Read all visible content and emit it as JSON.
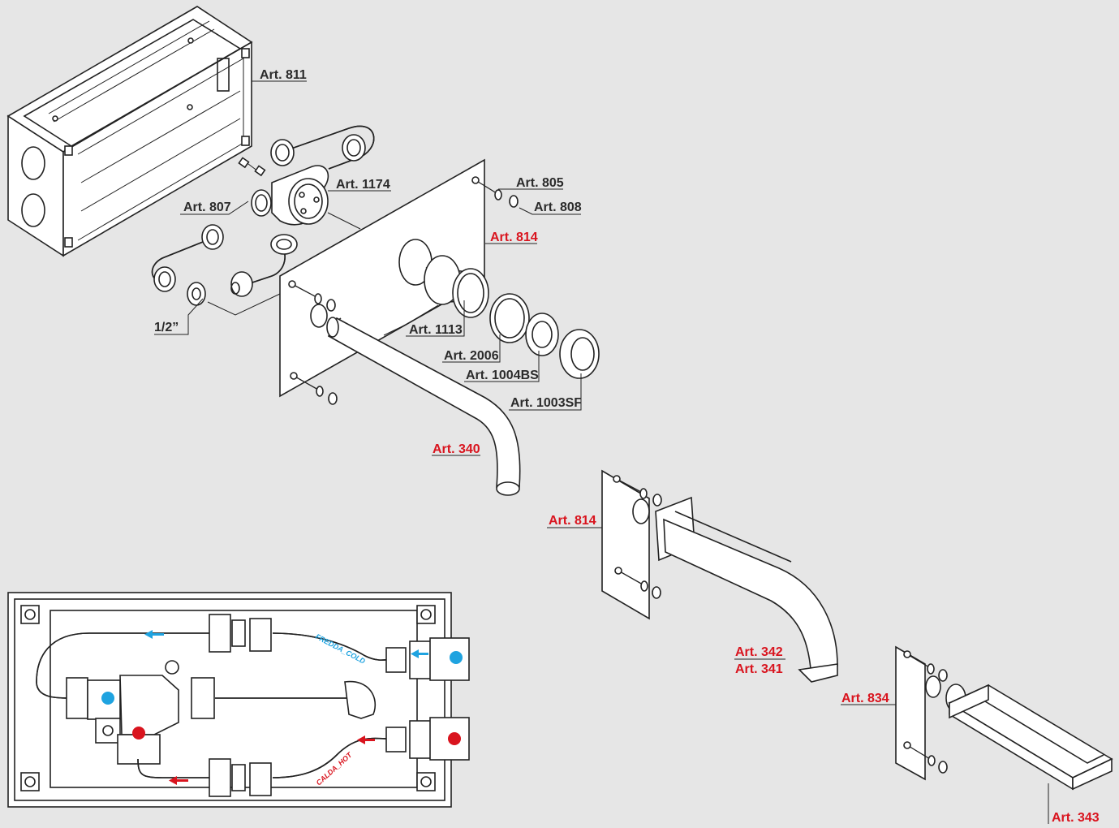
{
  "labels": {
    "art811": "Art. 811",
    "art807": "Art. 807",
    "art1174": "Art. 1174",
    "art805": "Art. 805",
    "art808": "Art. 808",
    "art814_top": "Art. 814",
    "half_inch": "1/2”",
    "art1113": "Art. 1113",
    "art2006": "Art. 2006",
    "art1004bs": "Art. 1004BS",
    "art1003sf": "Art. 1003SF",
    "art340": "Art. 340",
    "art814_mid": "Art. 814",
    "art342": "Art. 342",
    "art341": "Art. 341",
    "art834": "Art. 834",
    "art343": "Art. 343"
  },
  "pipe_labels": {
    "cold": "FREDDA_COLD",
    "hot": "CALDA_HOT"
  },
  "colors": {
    "background": "#e6e6e6",
    "label_dark": "#2b2b2b",
    "label_red": "#d9141e",
    "cold": "#1fa3e0",
    "hot": "#d9141e"
  }
}
